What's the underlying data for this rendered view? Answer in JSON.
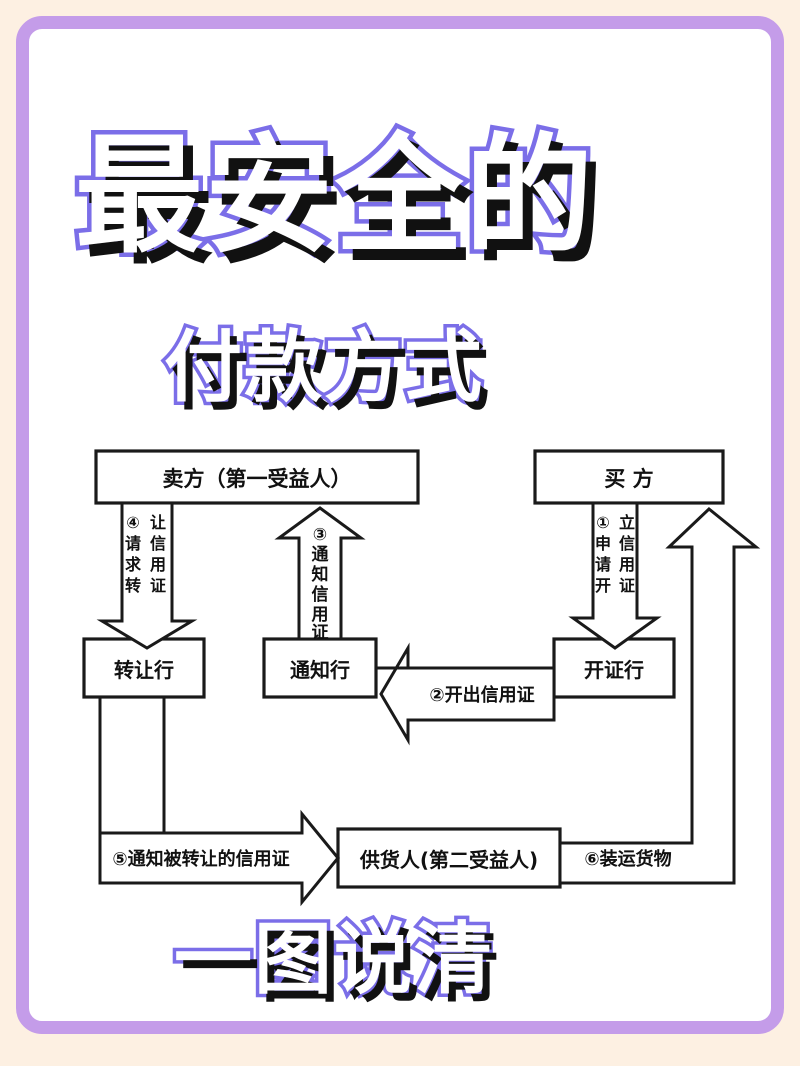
{
  "poster": {
    "frame_color": "#c49ce9",
    "outer_background": "#fdf0e2",
    "title_outline_color": "#7b6ee8",
    "title_fill_color": "#ffffff",
    "title_shadow_color": "#111111",
    "title_main": "最安全的",
    "title_sub": "付款方式",
    "title_foot": "一图说清"
  },
  "diagram": {
    "type": "flowchart",
    "subject": "可转让信用证流程图",
    "line_color": "#1a1a1a",
    "nodes": [
      {
        "id": "seller",
        "label": "卖方（第一受益人）"
      },
      {
        "id": "buyer",
        "label": "买 方"
      },
      {
        "id": "transfer",
        "label": "转让行"
      },
      {
        "id": "advising",
        "label": "通知行"
      },
      {
        "id": "issuing",
        "label": "开证行"
      },
      {
        "id": "supplier",
        "label": "供货人(第二受益人)"
      }
    ],
    "steps": [
      {
        "num": "①",
        "label": "申请开立信用证",
        "col_left": "①申请开",
        "col_right": "立信用证",
        "from": "buyer",
        "to": "issuing",
        "direction": "down"
      },
      {
        "num": "②",
        "label": "开出信用证",
        "from": "issuing",
        "to": "advising",
        "direction": "left"
      },
      {
        "num": "③",
        "label": "通知信用证",
        "from": "advising",
        "to": "seller",
        "direction": "up"
      },
      {
        "num": "④",
        "label": "请求转让信用证",
        "col_left": "④请求转",
        "col_right": "让信用证",
        "from": "seller",
        "to": "transfer",
        "direction": "down"
      },
      {
        "num": "⑤",
        "label": "通知被转让的信用证",
        "from": "transfer",
        "to": "supplier",
        "direction": "right"
      },
      {
        "num": "⑥",
        "label": "装运货物",
        "from": "supplier",
        "to": "buyer",
        "direction": "up"
      }
    ],
    "step2_text": "②开出信用证",
    "step5_text": "⑤通知被转让的信用证",
    "step6_text": "⑥装运货物",
    "step3_chars": [
      "③",
      "通",
      "知",
      "信",
      "用",
      "证"
    ],
    "step1_left_chars": [
      "①",
      "申",
      "请",
      "开"
    ],
    "step1_right_chars": [
      "立",
      "信",
      "用",
      "证"
    ],
    "step4_left_chars": [
      "④",
      "请",
      "求",
      "转"
    ],
    "step4_right_chars": [
      "让",
      "信",
      "用",
      "证"
    ]
  }
}
